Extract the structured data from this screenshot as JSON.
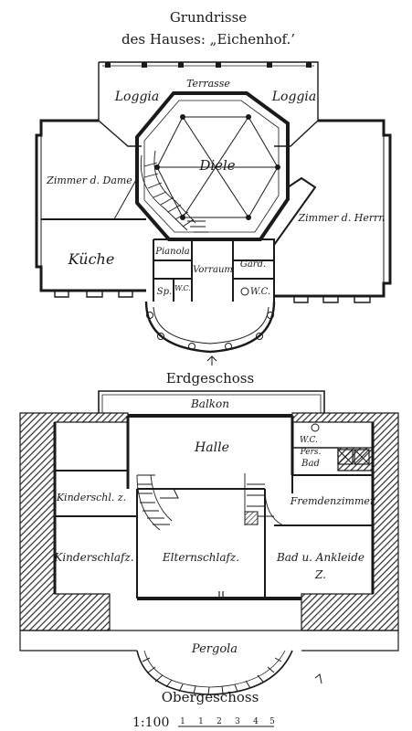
{
  "title": {
    "line1": "Grundrisse",
    "line2": "des Hauses: „Eichenhof.’"
  },
  "ground_floor": {
    "caption": "Erdgeschoss",
    "rooms": {
      "terrace": "Terrasse",
      "loggia_left": "Loggia",
      "loggia_right": "Loggia",
      "hall": "Diele",
      "lady_room": "Zimmer d. Dame",
      "gent_room": "Zimmer d. Herrn",
      "kitchen": "Küche",
      "pianola": "Pianola",
      "vestibule": "Vorraum",
      "wardrobe": "Gard.",
      "pantry": "Sp.",
      "wc_1": "W.C.",
      "wc_2": "W.C."
    }
  },
  "upper_floor": {
    "caption": "Obergeschoss",
    "rooms": {
      "balcony": "Balkon",
      "hall": "Halle",
      "staff_wc": "W.C.",
      "staff": "Pers.",
      "staff_bath": "Bad",
      "nursery_small": "Kinderschl. z.",
      "nursery": "Kinderschlafz.",
      "parents": "Elternschlafz.",
      "guest": "Fremdenzimmer",
      "bath_dressing_1": "Bad u. Ankleide",
      "bath_dressing_2": "Z.",
      "pergola": "Pergola"
    }
  },
  "scale": {
    "label": "1:100",
    "ticks": [
      "1",
      "1",
      "2",
      "3",
      "4",
      "5"
    ]
  },
  "colors": {
    "ink": "#1a1a1a",
    "hatch": "#2b2b2b"
  }
}
